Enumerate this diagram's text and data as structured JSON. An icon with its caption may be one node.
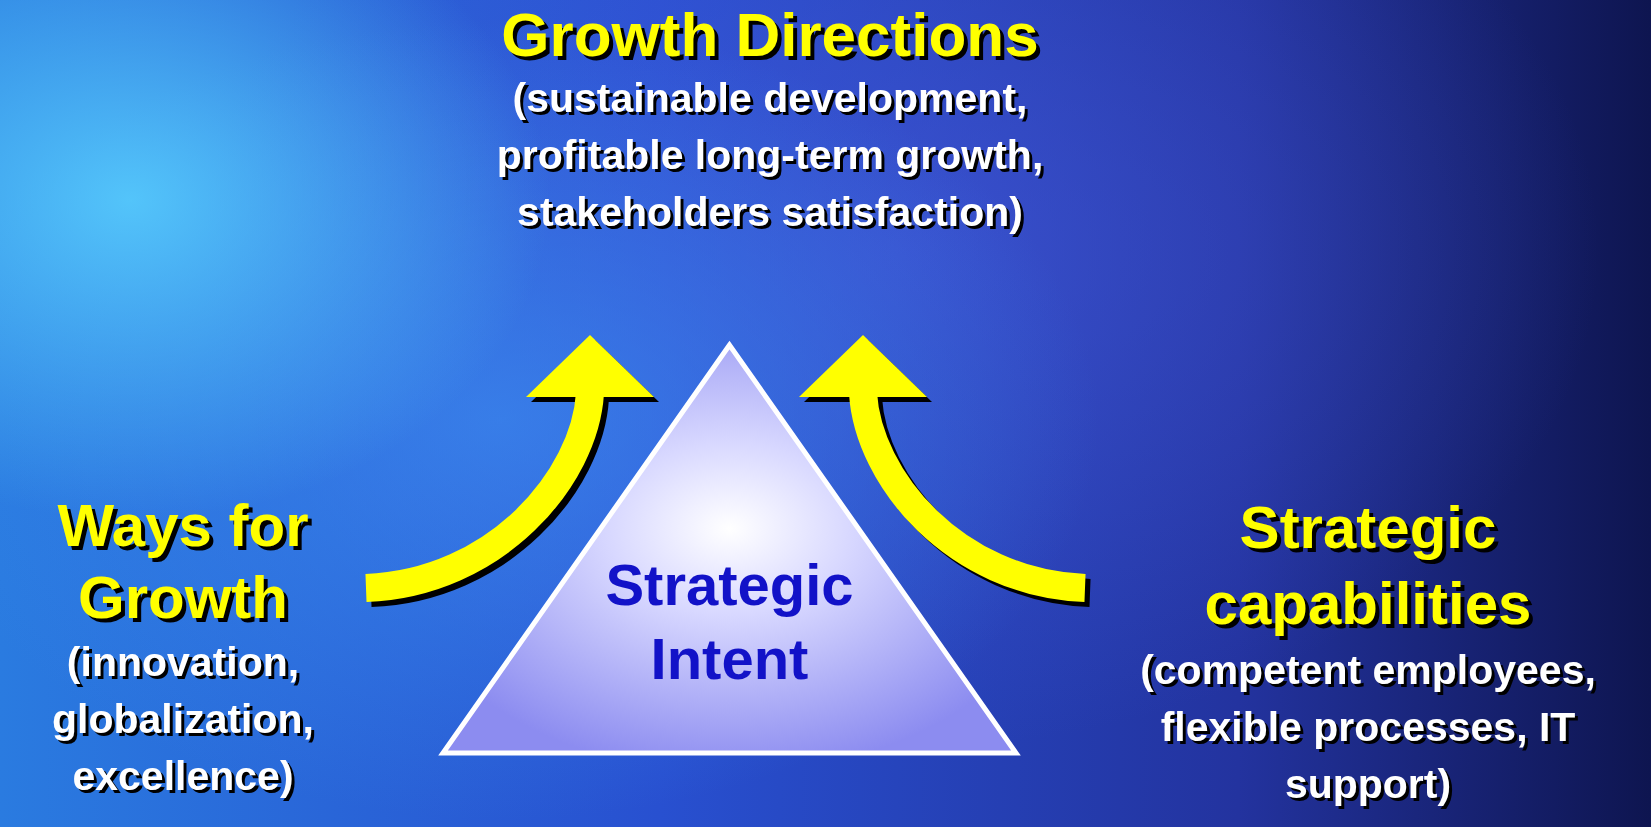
{
  "diagram": {
    "nodes": [
      {
        "text": [
          "Growth Directions",
          "(sustainable development, profitable long-term growth, stakeholders satisfaction)"
        ]
      },
      {
        "text": [
          "Ways for Growth",
          "(innovation, globalization, excellence)"
        ]
      },
      {
        "text": [
          "Strategic Intent"
        ]
      },
      {
        "text": [
          "Strategic capabilities",
          "(competent employees, flexible processes, IT support)"
        ]
      }
    ],
    "edges": [
      {
        "from": 1,
        "to": 0,
        "arrow": "to"
      },
      {
        "from": 3,
        "to": 0,
        "arrow": "to"
      }
    ]
  }
}
